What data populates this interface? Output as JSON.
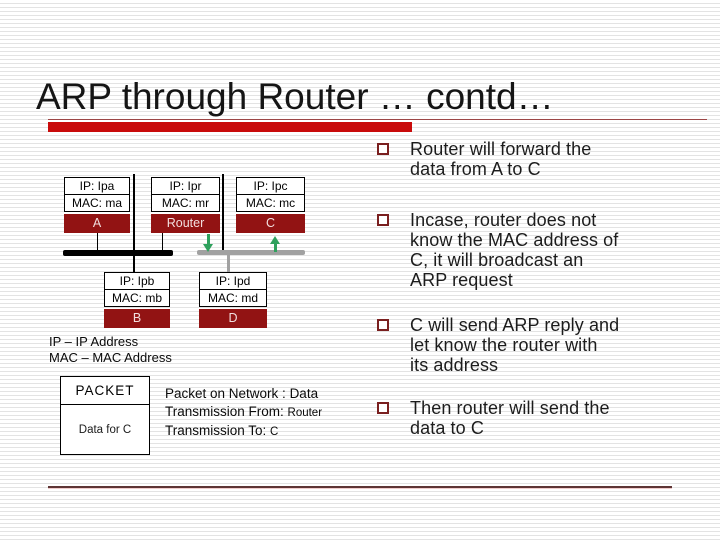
{
  "slide_title": "ARP through Router … contd…",
  "diagram": {
    "nodes": [
      {
        "ip": "IP: Ipa",
        "mac": "MAC: ma",
        "label": "A"
      },
      {
        "ip": "IP: Ipr",
        "mac": "MAC: mr",
        "label": "Router"
      },
      {
        "ip": "IP: Ipc",
        "mac": "MAC: mc",
        "label": "C"
      },
      {
        "ip": "IP: Ipb",
        "mac": "MAC: mb",
        "label": "B"
      },
      {
        "ip": "IP: Ipd",
        "mac": "MAC: md",
        "label": "D"
      }
    ],
    "legend_text": "IP – IP Address\nMAC – MAC Address",
    "packet_box": {
      "header": "PACKET",
      "body": "Data for C"
    },
    "packet_info": [
      {
        "label": "Packet on Network : ",
        "value": "Data"
      },
      {
        "label": "Transmission From: ",
        "value": "Router"
      },
      {
        "label": "Transmission To: ",
        "value": "C"
      }
    ]
  },
  "bullets": [
    "Router will forward the\ndata from A to C",
    "Incase, router does not\nknow the MAC address of\nC, it will broadcast an\nARP request",
    "C will send ARP reply and\nlet know the router with\nits address",
    "Then router will send the\ndata to C"
  ],
  "colors": {
    "accent_red": "#c90b0b",
    "node_band_maroon": "#921313",
    "bullet_square_maroon": "#7a1f1f",
    "arrow_green": "#2fa15d",
    "bus_gray": "#a1a1a1"
  }
}
